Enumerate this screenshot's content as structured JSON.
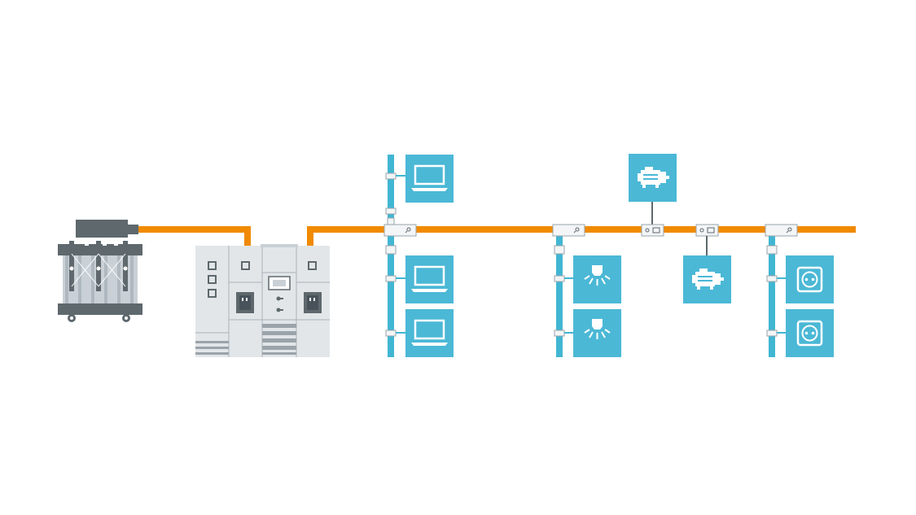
{
  "colors": {
    "busbar": "#F08A00",
    "riser": "#41B6D2",
    "tile": "#4BB8D6",
    "tile_icon": "#FFFFFF",
    "transformer_dark": "#5E686D",
    "transformer_light": "#C9D1D6",
    "switchgear_body": "#E2E6E9",
    "switchgear_line": "#A9B3B9",
    "tap_box": "#F3F5F6",
    "tap_line": "#9AA4AA"
  },
  "diagram": {
    "source": "transformer",
    "distribution": "low-voltage-switchgear",
    "feeders": [
      {
        "kind": "riser",
        "loads": [
          "computer",
          "computer",
          "computer"
        ]
      },
      {
        "kind": "riser",
        "loads": [
          "lighting",
          "lighting"
        ]
      },
      {
        "kind": "direct",
        "loads": [
          "motor"
        ]
      },
      {
        "kind": "direct",
        "loads": [
          "motor"
        ]
      },
      {
        "kind": "riser",
        "loads": [
          "socket-outlet",
          "socket-outlet"
        ]
      }
    ]
  }
}
